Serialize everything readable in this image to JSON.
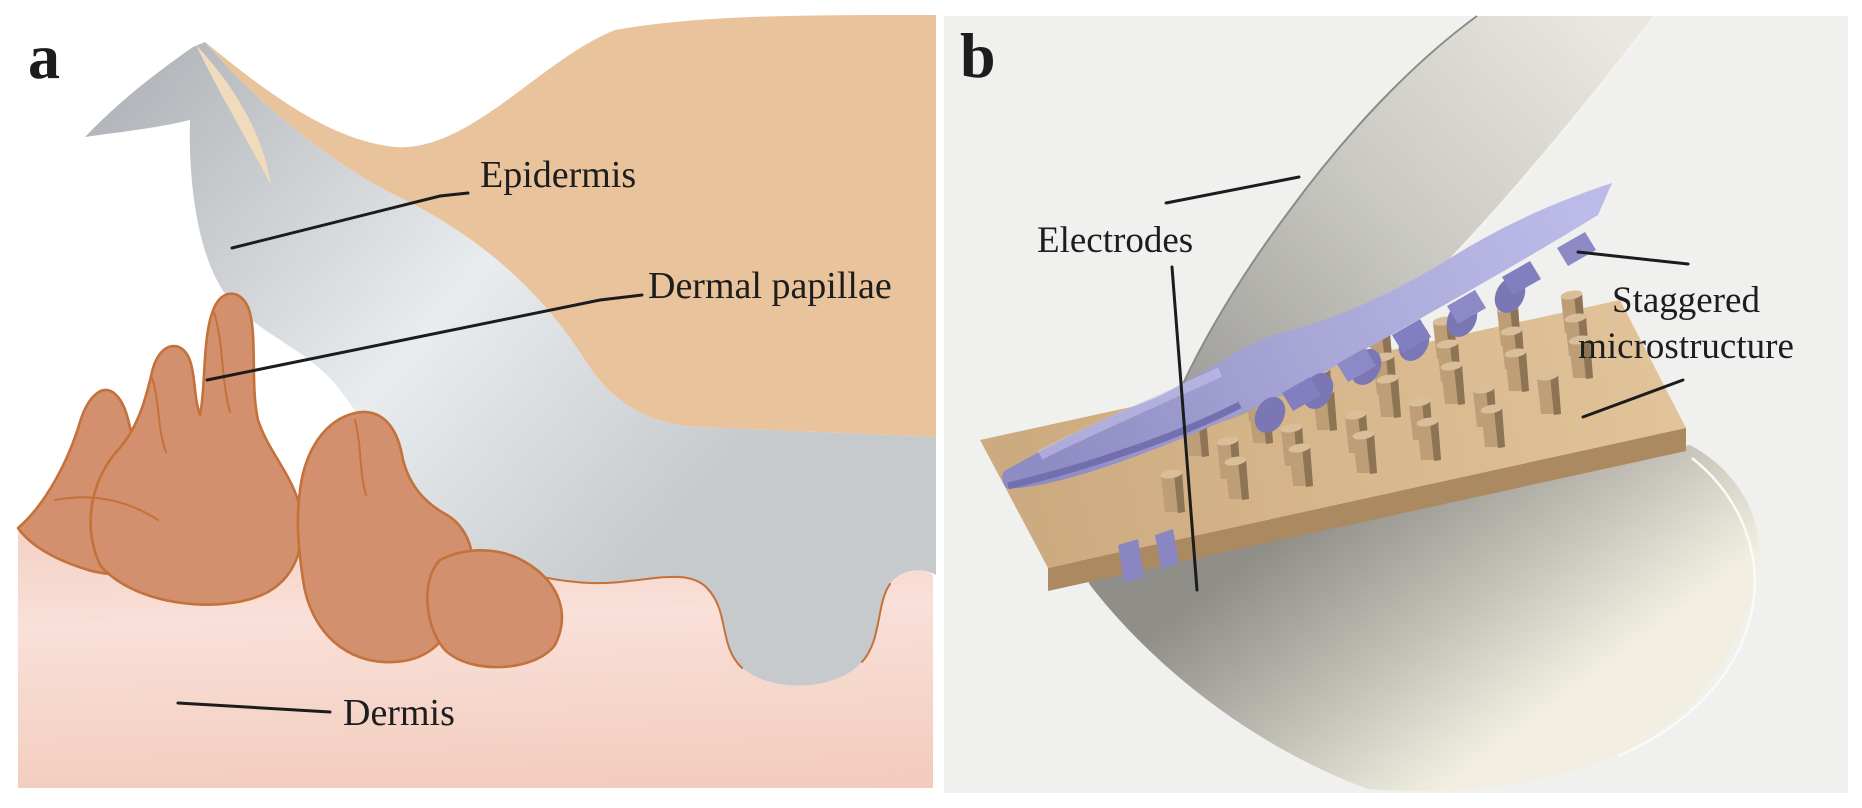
{
  "figure": {
    "panel_a": {
      "label": "a",
      "epidermis_label": "Epidermis",
      "dermal_papillae_label": "Dermal papillae",
      "dermis_label": "Dermis"
    },
    "panel_b": {
      "label": "b",
      "electrodes_label": "Electrodes",
      "staggered_label_line1": "Staggered",
      "staggered_label_line2": "microstructure"
    },
    "colors": {
      "panel_b_background": "#f0f0ee",
      "epidermis_tan": "#e9c39c",
      "epidermis_pale_strip": "#f0dcbc",
      "stratum_gray_dark": "#b2b6ba",
      "stratum_gray_light": "#e9ecee",
      "dermis_pink": "#f2cbbc",
      "dermis_pink_light": "#f9e0d8",
      "papilla_fill": "#d2906f",
      "papilla_outline": "#c4713a",
      "electrode_sheet_dark": "#9c9b97",
      "electrode_sheet_light": "#e9e7df",
      "bottom_sheet_dark": "#8f8e88",
      "bottom_sheet_light": "#f2efe2",
      "film_purple_light": "#bcbae8",
      "film_purple_mid": "#a9a7d6",
      "film_purple_dark": "#6f6bac",
      "pillar_tan": "#bd9e76",
      "pillar_tan_dark": "#8e7355",
      "pillar_top": "#d8bf9a",
      "substrate_top": "#d4b38a",
      "substrate_front": "#ab8a62",
      "label_color": "#1d1d1d"
    }
  }
}
